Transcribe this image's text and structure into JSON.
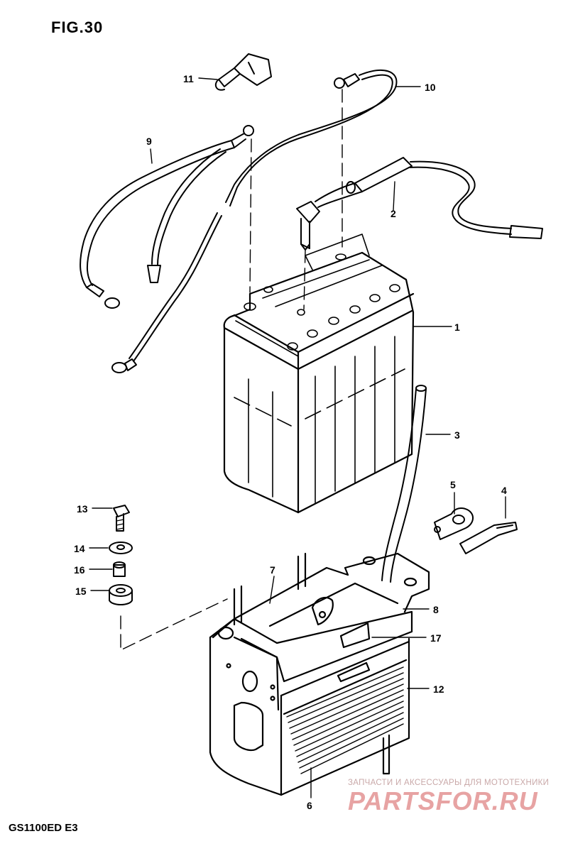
{
  "figure": {
    "title": "FIG.30",
    "model": "GS1100ED  E3"
  },
  "callouts": {
    "c1": "1",
    "c2": "2",
    "c3": "3",
    "c4": "4",
    "c5": "5",
    "c6": "6",
    "c7": "7",
    "c8": "8",
    "c9": "9",
    "c10": "10",
    "c11": "11",
    "c12": "12",
    "c13": "13",
    "c14": "14",
    "c15": "15",
    "c16": "16",
    "c17": "17"
  },
  "watermark": {
    "tagline": "ЗАПЧАСТИ И АКСЕССУАРЫ ДЛЯ МОТОТЕХНИКИ",
    "logo": "PARTSFOR.RU"
  },
  "colors": {
    "ink": "#000000",
    "background": "#ffffff",
    "watermark": "#e7a3a3"
  }
}
